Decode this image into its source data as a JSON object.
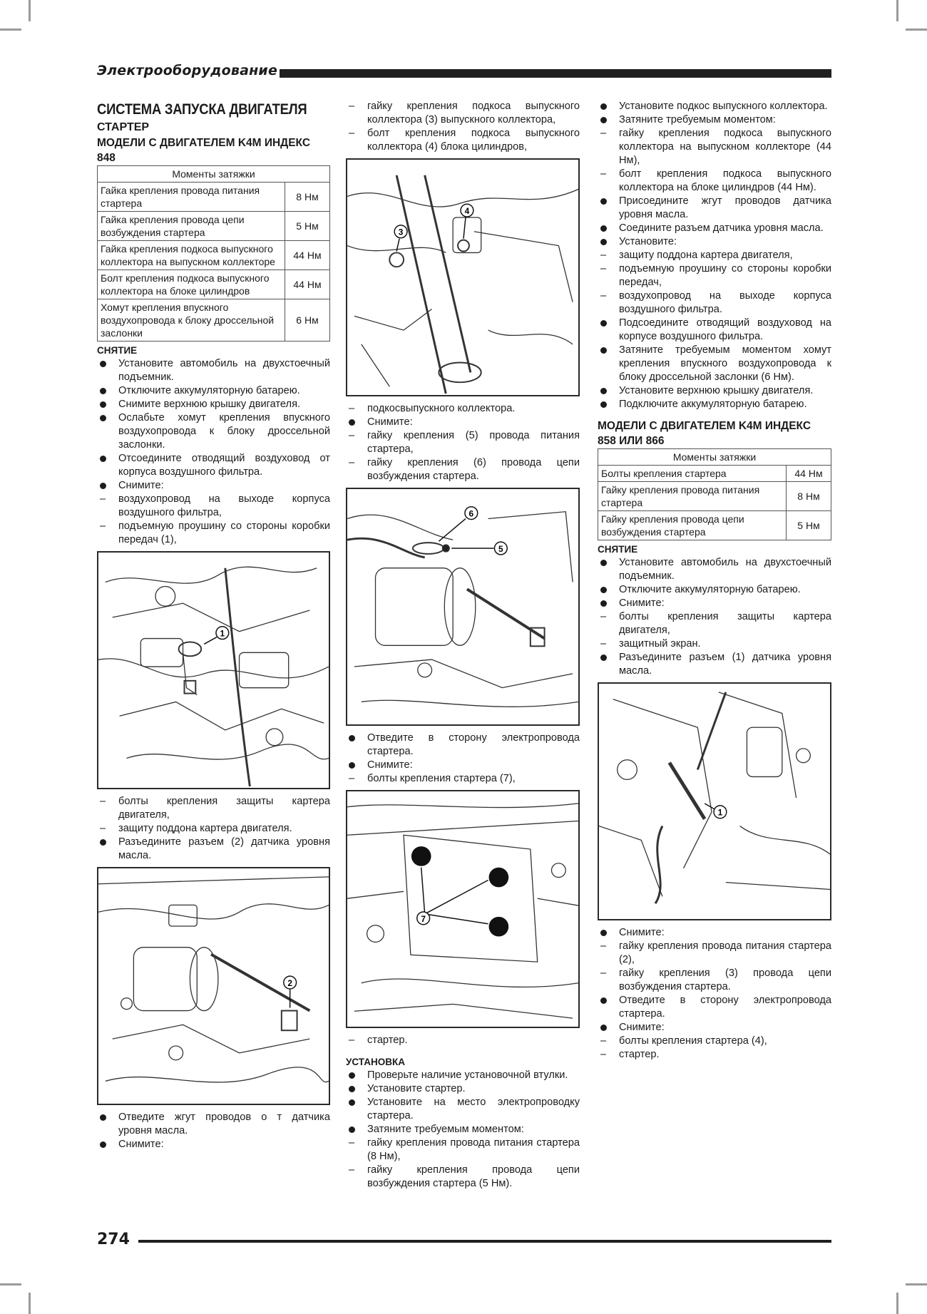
{
  "header": {
    "section": "Электрооборудование"
  },
  "col1": {
    "title": "СИСТЕМА ЗАПУСКА ДВИГАТЕЛЯ",
    "subtitle": "СТАРТЕР",
    "model": "МОДЕЛИ С ДВИГАТЕЛЕМ K4M ИНДЕКС 848",
    "torque_header": "Моменты затяжки",
    "torque": [
      {
        "item": "Гайка крепления провода питания стартера",
        "value": "8 Нм"
      },
      {
        "item": "Гайка крепления провода цепи возбуждения стартера",
        "value": "5 Нм"
      },
      {
        "item": "Гайка крепления подкоса выпускного коллектора на выпускном коллекторе",
        "value": "44 Нм"
      },
      {
        "item": "Болт крепления подкоса выпускного коллектора на блоке цилиндров",
        "value": "44 Нм"
      },
      {
        "item": "Хомут крепления впускного воздухопровода к блоку дроссельной заслонки",
        "value": "6 Нм"
      }
    ],
    "removal_heading": "СНЯТИЕ",
    "steps1": [
      {
        "t": "b",
        "text": "Установите автомобиль на двухстоечный подъемник."
      },
      {
        "t": "b",
        "text": "Отключите аккумуляторную батарею."
      },
      {
        "t": "b",
        "text": "Снимите верхнюю крышку двигателя."
      },
      {
        "t": "b",
        "text": "Ослабьте хомут крепления впускного воздухопровода к блоку дроссельной заслонки."
      },
      {
        "t": "b",
        "text": "Отсоедините отводящий воздуховод от корпуса воздушного фильтра."
      },
      {
        "t": "b",
        "text": "Снимите:"
      },
      {
        "t": "d",
        "text": "воздухопровод на выходе корпуса воздушного фильтра,"
      },
      {
        "t": "d",
        "text": "подъемную проушину со стороны коробки передач (1),"
      }
    ],
    "steps2": [
      {
        "t": "d",
        "text": "болты крепления защиты картера двигателя,"
      },
      {
        "t": "d",
        "text": "защиту поддона картера двигателя."
      },
      {
        "t": "b",
        "text": "Разъедините разъем (2) датчика уровня масла."
      }
    ],
    "steps3": [
      {
        "t": "b",
        "text": "Отведите жгут проводов о т датчика уровня масла."
      },
      {
        "t": "b",
        "text": "Снимите:"
      }
    ],
    "fig1_callout": "1",
    "fig2_callout": "2"
  },
  "col2": {
    "steps1": [
      {
        "t": "d",
        "text": "гайку крепления подкоса выпускного коллектора (3) выпускного коллектора,"
      },
      {
        "t": "d",
        "text": "болт крепления подкоса выпускного коллектора (4) блока цилиндров,"
      }
    ],
    "steps2": [
      {
        "t": "d",
        "text": "подкосвыпускного коллектора."
      },
      {
        "t": "b",
        "text": "Снимите:"
      },
      {
        "t": "d",
        "text": "гайку крепления (5) провода питания стартера,"
      },
      {
        "t": "d",
        "text": "гайку крепления (6) провода цепи возбуждения стартера."
      }
    ],
    "steps3": [
      {
        "t": "b",
        "text": "Отведите в сторону электропровода стартера."
      },
      {
        "t": "b",
        "text": "Снимите:"
      },
      {
        "t": "d",
        "text": "болты крепления стартера (7),"
      }
    ],
    "steps4": [
      {
        "t": "d",
        "text": "стартер."
      }
    ],
    "install_heading": "УСТАНОВКА",
    "steps5": [
      {
        "t": "b",
        "text": "Проверьте наличие установочной втулки."
      },
      {
        "t": "b",
        "text": "Установите стартер."
      },
      {
        "t": "b",
        "text": "Установите на место электропроводку стартера."
      },
      {
        "t": "b",
        "text": "Затяните требуемым моментом:"
      },
      {
        "t": "d",
        "text": "гайку крепления провода питания стартера (8 Нм),"
      },
      {
        "t": "d",
        "text": "гайку крепления провода цепи возбуждения стартера (5 Нм)."
      }
    ],
    "fig3_callouts": [
      "3",
      "4"
    ],
    "fig4_callouts": [
      "6",
      "5"
    ],
    "fig5_callout": "7"
  },
  "col3": {
    "steps1": [
      {
        "t": "b",
        "text": "Установите подкос выпускного коллектора."
      },
      {
        "t": "b",
        "text": "Затяните требуемым моментом:"
      },
      {
        "t": "d",
        "text": "гайку крепления подкоса выпускного коллектора на выпускном коллекторе (44 Нм),"
      },
      {
        "t": "d",
        "text": "болт крепления подкоса выпускного коллектора на блоке цилиндров (44 Нм)."
      },
      {
        "t": "b",
        "text": "Присоедините жгут проводов датчика уровня масла."
      },
      {
        "t": "b",
        "text": "Соедините разъем датчика уровня масла."
      },
      {
        "t": "b",
        "text": "Установите:"
      },
      {
        "t": "d",
        "text": "защиту поддона картера двигателя,"
      },
      {
        "t": "d",
        "text": "подъемную проушину со стороны коробки передач,"
      },
      {
        "t": "d",
        "text": "воздухопровод на выходе корпуса воздушного фильтра."
      },
      {
        "t": "b",
        "text": "Подсоедините отводящий воздуховод на корпусе воздушного фильтра."
      },
      {
        "t": "b",
        "text": "Затяните требуемым моментом хомут крепления впускного воздухопровода к блоку дроссельной заслонки (6 Нм)."
      },
      {
        "t": "b",
        "text": "Установите верхнюю крышку двигателя."
      },
      {
        "t": "b",
        "text": "Подключите аккумуляторную батарею."
      }
    ],
    "model": "МОДЕЛИ С ДВИГАТЕЛЕМ K4M ИНДЕКС 858 ИЛИ 866",
    "torque_header": "Моменты затяжки",
    "torque": [
      {
        "item": "Болты крепления стартера",
        "value": "44 Нм"
      },
      {
        "item": "Гайку крепления провода питания стартера",
        "value": "8 Нм"
      },
      {
        "item": "Гайку крепления провода цепи возбуждения стартера",
        "value": "5 Нм"
      }
    ],
    "removal_heading": "СНЯТИЕ",
    "steps2": [
      {
        "t": "b",
        "text": "Установите автомобиль на двухстоечный подъемник."
      },
      {
        "t": "b",
        "text": "Отключите аккумуляторную батарею."
      },
      {
        "t": "b",
        "text": "Снимите:"
      },
      {
        "t": "d",
        "text": "болты крепления защиты картера двигателя,"
      },
      {
        "t": "d",
        "text": "защитный экран."
      },
      {
        "t": "b",
        "text": "Разъедините разъем (1) датчика уровня масла."
      }
    ],
    "steps3": [
      {
        "t": "b",
        "text": "Снимите:"
      },
      {
        "t": "d",
        "text": "гайку крепления провода питания стартера (2),"
      },
      {
        "t": "d",
        "text": "гайку крепления (3) провода цепи возбуждения стартера."
      },
      {
        "t": "b",
        "text": "Отведите в сторону электропровода стартера."
      },
      {
        "t": "b",
        "text": "Снимите:"
      },
      {
        "t": "d",
        "text": "болты крепления стартера (4),"
      },
      {
        "t": "d",
        "text": "стартер."
      }
    ],
    "fig6_callout": "1"
  },
  "footer": {
    "page_number": "274"
  }
}
